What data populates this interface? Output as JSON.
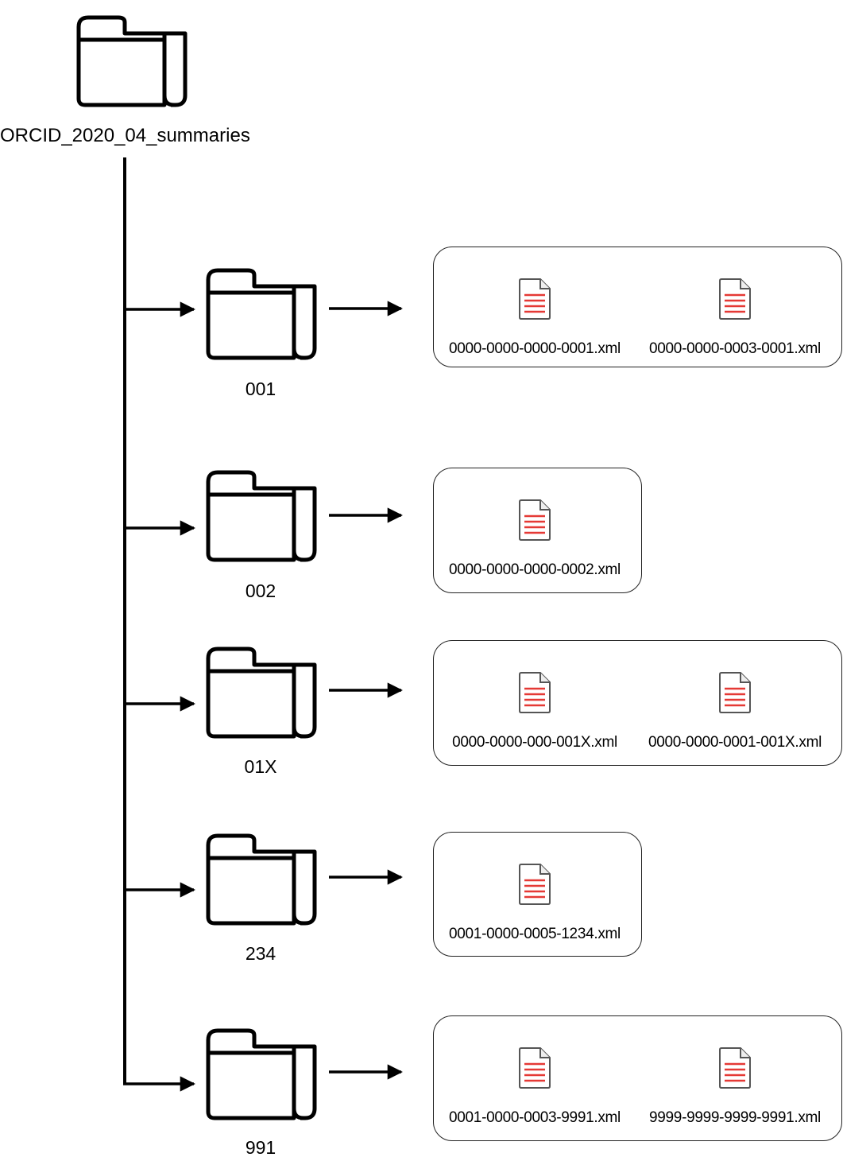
{
  "root": {
    "label": "ORCID_2020_04_summaries",
    "icon": "folder-icon"
  },
  "folders": [
    {
      "label": "001",
      "files": [
        "0000-0000-0000-0001.xml",
        "0000-0000-0003-0001.xml"
      ]
    },
    {
      "label": "002",
      "files": [
        "0000-0000-0000-0002.xml"
      ]
    },
    {
      "label": "01X",
      "files": [
        "0000-0000-000-001X.xml",
        "0000-0000-0001-001X.xml"
      ]
    },
    {
      "label": "234",
      "files": [
        "0001-0000-0005-1234.xml"
      ]
    },
    {
      "label": "991",
      "files": [
        "0001-0000-0003-9991.xml",
        "9999-9999-9999-9991.xml"
      ]
    }
  ],
  "icons": {
    "folder": "folder-icon",
    "file": "xml-file-icon"
  },
  "colors": {
    "line": "#000000",
    "file_lines": "#e53935",
    "file_outline": "#555555"
  }
}
